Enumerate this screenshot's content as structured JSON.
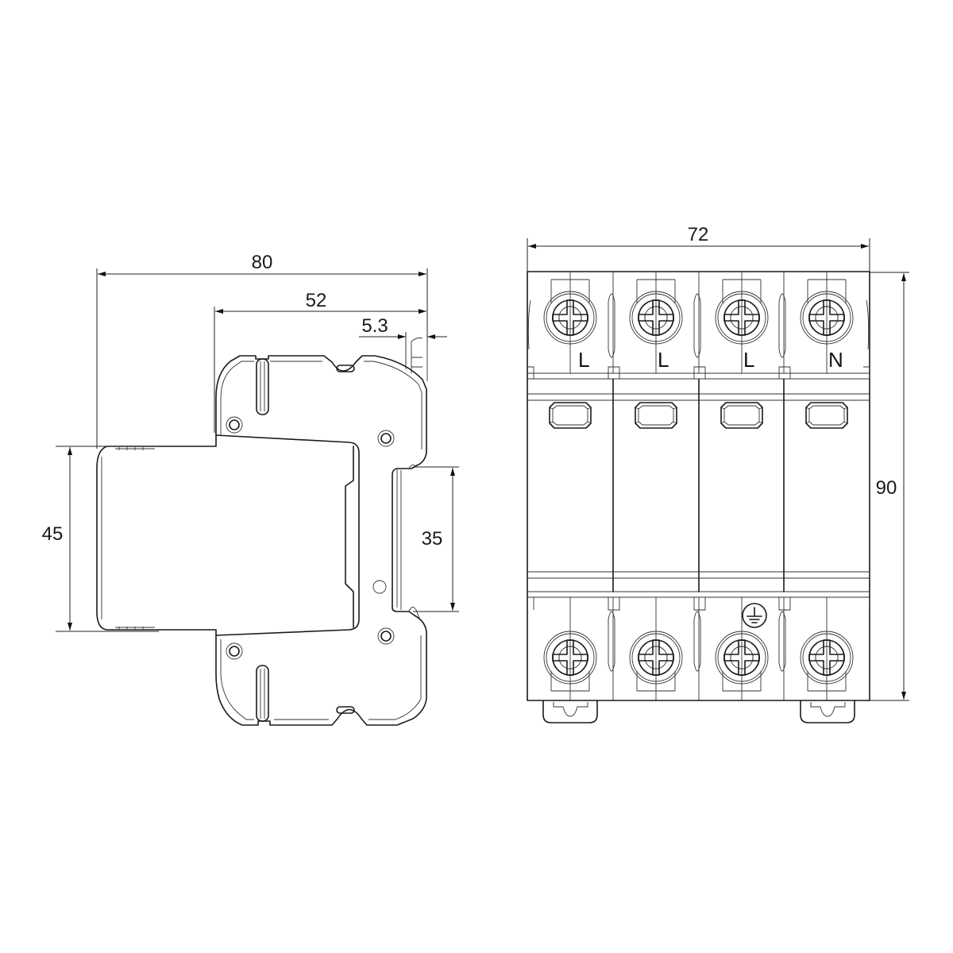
{
  "drawing": {
    "type": "technical-dimension-drawing",
    "stroke_color": "#1a1a1a",
    "background": "#ffffff"
  },
  "side_view": {
    "dimensions": {
      "overall_depth": "80",
      "body_depth": "52",
      "clip_offset": "5.3",
      "front_height": "45",
      "rail_width": "35"
    }
  },
  "front_view": {
    "dimensions": {
      "width": "72",
      "height": "90"
    },
    "poles": [
      {
        "label": "L"
      },
      {
        "label": "L"
      },
      {
        "label": "L"
      },
      {
        "label": "N"
      }
    ],
    "ground_symbol": "protective-earth-icon"
  }
}
